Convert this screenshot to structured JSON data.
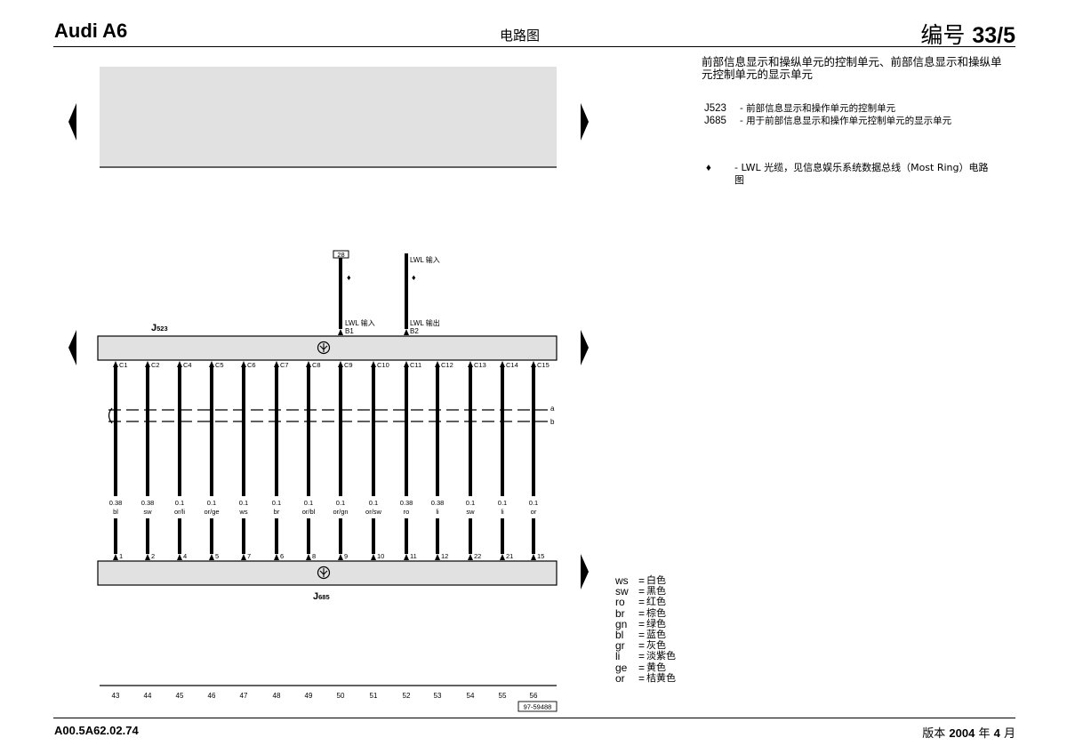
{
  "header": {
    "model": "Audi A6",
    "section": "电路图",
    "number_prefix": "编号",
    "number": "33/5"
  },
  "footer": {
    "doc_code": "A00.5A62.02.74",
    "edition_prefix": "版本",
    "year": "2004",
    "year_suffix": "年",
    "month": "4",
    "month_suffix": "月"
  },
  "legend": {
    "title": "前部信息显示和操纵单元的控制单元、前部信息显示和操纵单元控制单元的显示单元",
    "items": [
      {
        "code": "J523",
        "desc": "前部信息显示和操作单元的控制单元"
      },
      {
        "code": "J685",
        "desc": "用于前部信息显示和操作单元控制单元的显示单元"
      }
    ],
    "note_symbol": "♦",
    "note": "LWL 光缆，见信息娱乐系统数据总线（Most Ring）电路图"
  },
  "diagram": {
    "upper_unit": "J523",
    "lower_unit": "J685",
    "ref_box": "28",
    "lwl_in_top": "LWL 输入",
    "b1_label": "LWL 输入",
    "b1_pin": "B1",
    "b2_label": "LWL 输出",
    "b2_pin": "B2",
    "diamond": "♦",
    "shield_a": "a",
    "shield_b": "b",
    "wires": [
      {
        "top_pin": "C1",
        "size": "0.38",
        "color": "bl",
        "bottom_pin": "1",
        "track": "43"
      },
      {
        "top_pin": "C2",
        "size": "0.38",
        "color": "sw",
        "bottom_pin": "2",
        "track": "44"
      },
      {
        "top_pin": "C4",
        "size": "0.1",
        "color": "or/li",
        "bottom_pin": "4",
        "track": "45"
      },
      {
        "top_pin": "C5",
        "size": "0.1",
        "color": "or/ge",
        "bottom_pin": "5",
        "track": "46"
      },
      {
        "top_pin": "C6",
        "size": "0.1",
        "color": "ws",
        "bottom_pin": "7",
        "track": "47"
      },
      {
        "top_pin": "C7",
        "size": "0.1",
        "color": "br",
        "bottom_pin": "6",
        "track": "48"
      },
      {
        "top_pin": "C8",
        "size": "0.1",
        "color": "or/bl",
        "bottom_pin": "8",
        "track": "49"
      },
      {
        "top_pin": "C9",
        "size": "0.1",
        "color": "or/gn",
        "bottom_pin": "9",
        "track": "50"
      },
      {
        "top_pin": "C10",
        "size": "0.1",
        "color": "or/sw",
        "bottom_pin": "10",
        "track": "51"
      },
      {
        "top_pin": "C11",
        "size": "0.38",
        "color": "ro",
        "bottom_pin": "11",
        "track": "52"
      },
      {
        "top_pin": "C12",
        "size": "0.38",
        "color": "li",
        "bottom_pin": "12",
        "track": "53"
      },
      {
        "top_pin": "C13",
        "size": "0.1",
        "color": "sw",
        "bottom_pin": "22",
        "track": "54"
      },
      {
        "top_pin": "C14",
        "size": "0.1",
        "color": "li",
        "bottom_pin": "21",
        "track": "55"
      },
      {
        "top_pin": "C15",
        "size": "0.1",
        "color": "or",
        "bottom_pin": "15",
        "track": "56"
      }
    ],
    "figure_code": "97-59488"
  },
  "color_codes": [
    {
      "code": "ws",
      "name": "白色"
    },
    {
      "code": "sw",
      "name": "黑色"
    },
    {
      "code": "ro",
      "name": "红色"
    },
    {
      "code": "br",
      "name": "棕色"
    },
    {
      "code": "gn",
      "name": "绿色"
    },
    {
      "code": "bl",
      "name": "蓝色"
    },
    {
      "code": "gr",
      "name": "灰色"
    },
    {
      "code": "li",
      "name": "淡紫色"
    },
    {
      "code": "ge",
      "name": "黄色"
    },
    {
      "code": "or",
      "name": "桔黄色"
    }
  ]
}
